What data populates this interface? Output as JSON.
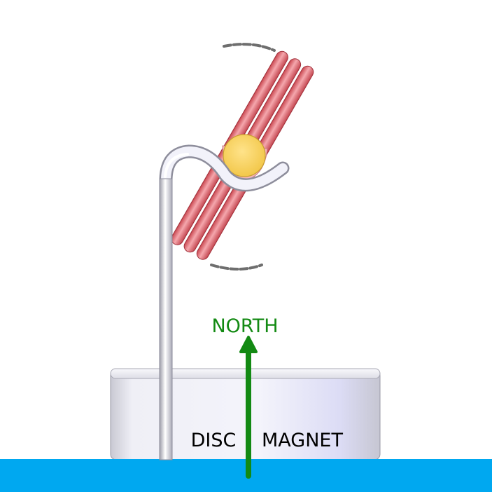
{
  "labels": {
    "north": "NORTH",
    "disc": "DISC",
    "magnet": "MAGNET"
  },
  "colors": {
    "floor": "#00a8f0",
    "north_arrow": "#138a13",
    "rod_fill": "#e06a72",
    "rod_highlight": "#f4b0b5",
    "ball": "#fdd562",
    "magnet_body": "#e6e6f6",
    "stand_wire": "#ececf6",
    "text": "#000000"
  },
  "components": {
    "magnet_shape": "disc",
    "rod_count": 3,
    "pivot_shape": "ball"
  }
}
